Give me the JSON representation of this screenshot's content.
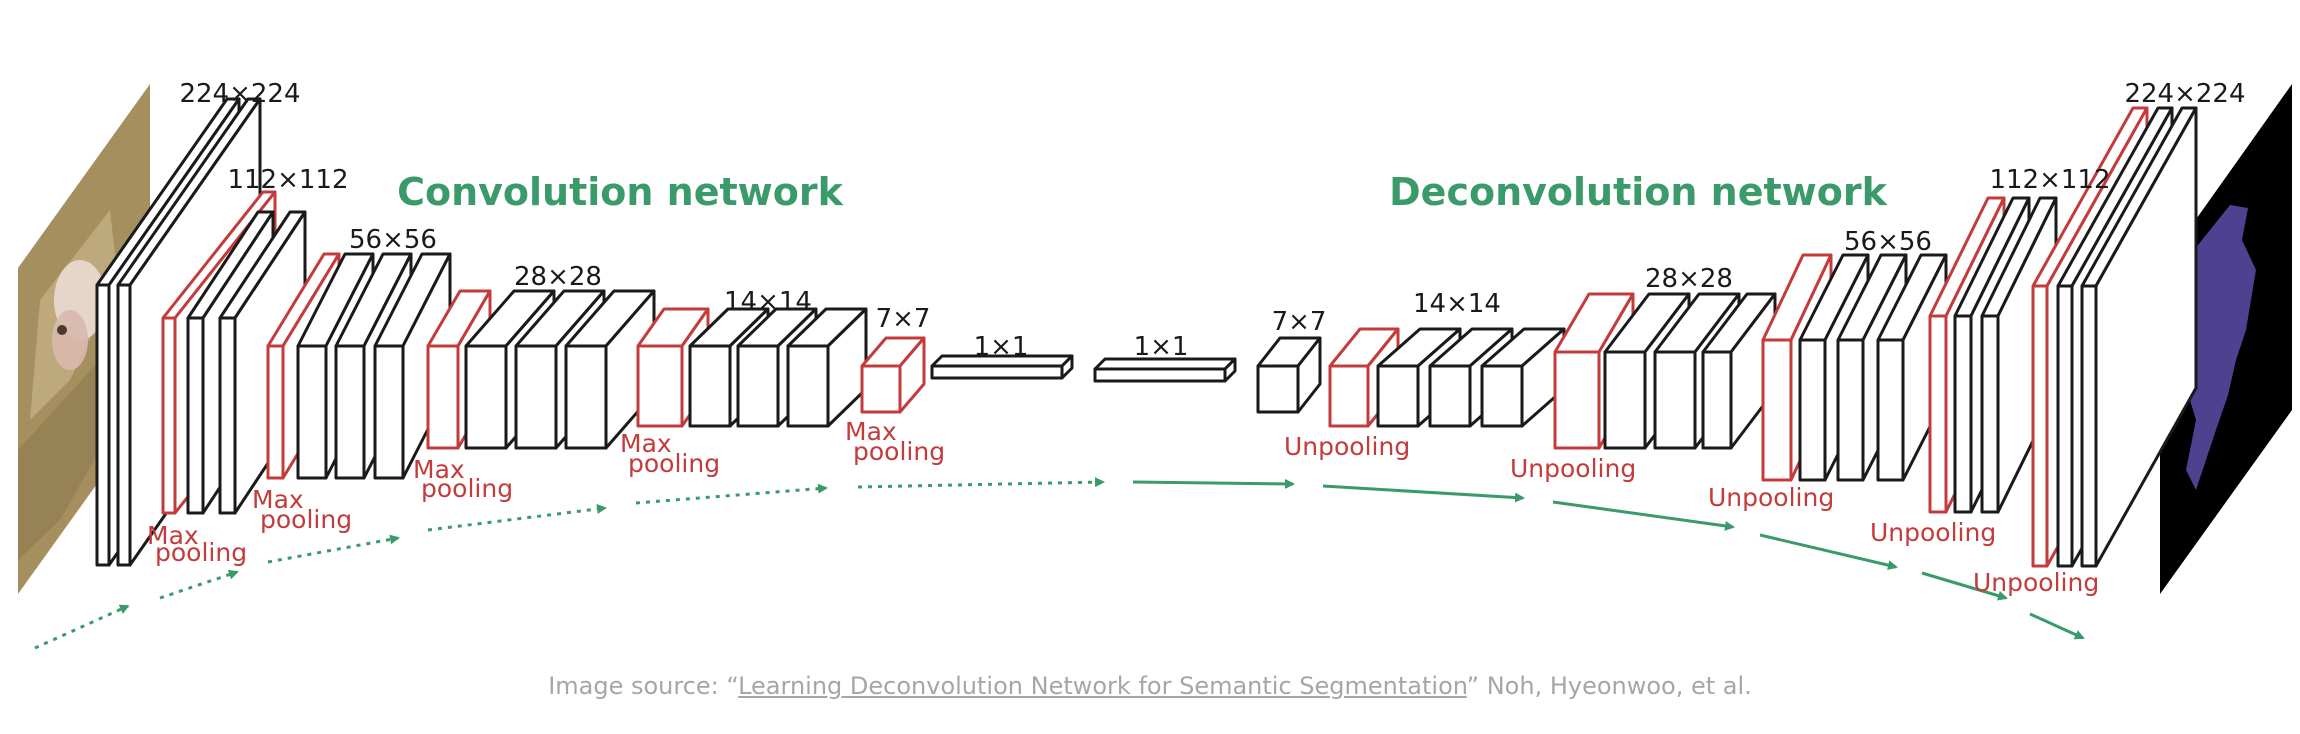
{
  "titles": {
    "conv": "Convolution network",
    "deconv": "Deconvolution network"
  },
  "colors": {
    "title": "#3a9a6a",
    "arrow": "#3a9a6a",
    "pool": "#c43b3b",
    "block": "#1a1a1a",
    "caption": "#a6a6a6"
  },
  "sizes": {
    "in_224": "224×224",
    "in_112": "112×112",
    "in_56": "56×56",
    "in_28": "28×28",
    "in_14": "14×14",
    "in_7": "7×7",
    "fc1": "1×1",
    "fc2": "1×1",
    "out_7": "7×7",
    "out_14": "14×14",
    "out_28": "28×28",
    "out_56": "56×56",
    "out_112": "112×112",
    "out_224": "224×224"
  },
  "pool_labels": {
    "max_line1": "Max",
    "max_line2": "pooling",
    "unpool": "Unpooling"
  },
  "caption": {
    "prefix": "Image source: “",
    "link": "Learning Deconvolution Network for Semantic Segmentation",
    "suffix": "” Noh, Hyeonwoo, et al."
  }
}
